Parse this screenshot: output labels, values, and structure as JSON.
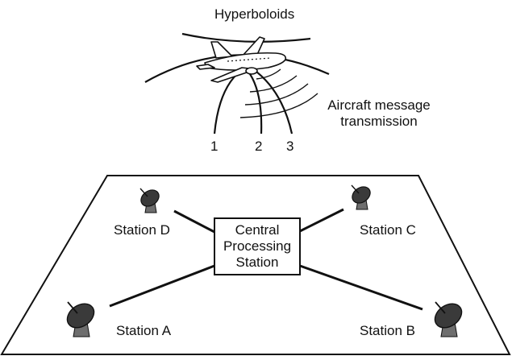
{
  "title": "Hyperboloids",
  "transmission_label": [
    "Aircraft message",
    "transmission"
  ],
  "hyperboloid_numbers": [
    "1",
    "2",
    "3"
  ],
  "central_station": [
    "Central",
    "Processing",
    "Station"
  ],
  "stations": {
    "a": "Station A",
    "b": "Station B",
    "c": "Station C",
    "d": "Station D"
  },
  "colors": {
    "ink": "#111111",
    "dish_dark": "#3a3a3a",
    "dish_mid": "#6e6e6e",
    "plane_fill": "#ffffff"
  }
}
